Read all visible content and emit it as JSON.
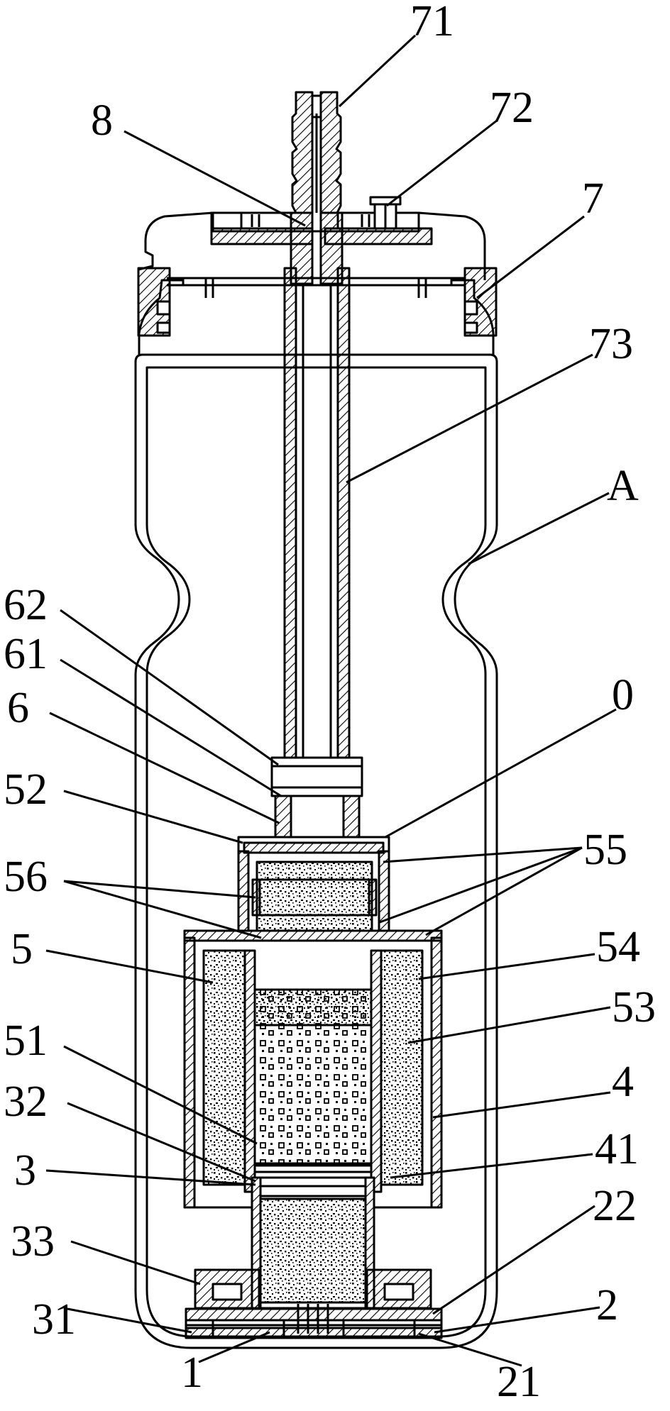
{
  "labels": {
    "l71": "71",
    "l8": "8",
    "l72": "72",
    "l7": "7",
    "l73": "73",
    "lA": "A",
    "l62": "62",
    "l61": "61",
    "l6": "6",
    "l0": "0",
    "l52": "52",
    "l55": "55",
    "l56": "56",
    "l5": "5",
    "l54": "54",
    "l53": "53",
    "l51": "51",
    "l4": "4",
    "l32": "32",
    "l41": "41",
    "l3": "3",
    "l33": "33",
    "l22": "22",
    "l31": "31",
    "l2": "2",
    "l1": "1",
    "l21": "21"
  },
  "colors": {
    "ink": "#000000",
    "paper": "#ffffff"
  }
}
